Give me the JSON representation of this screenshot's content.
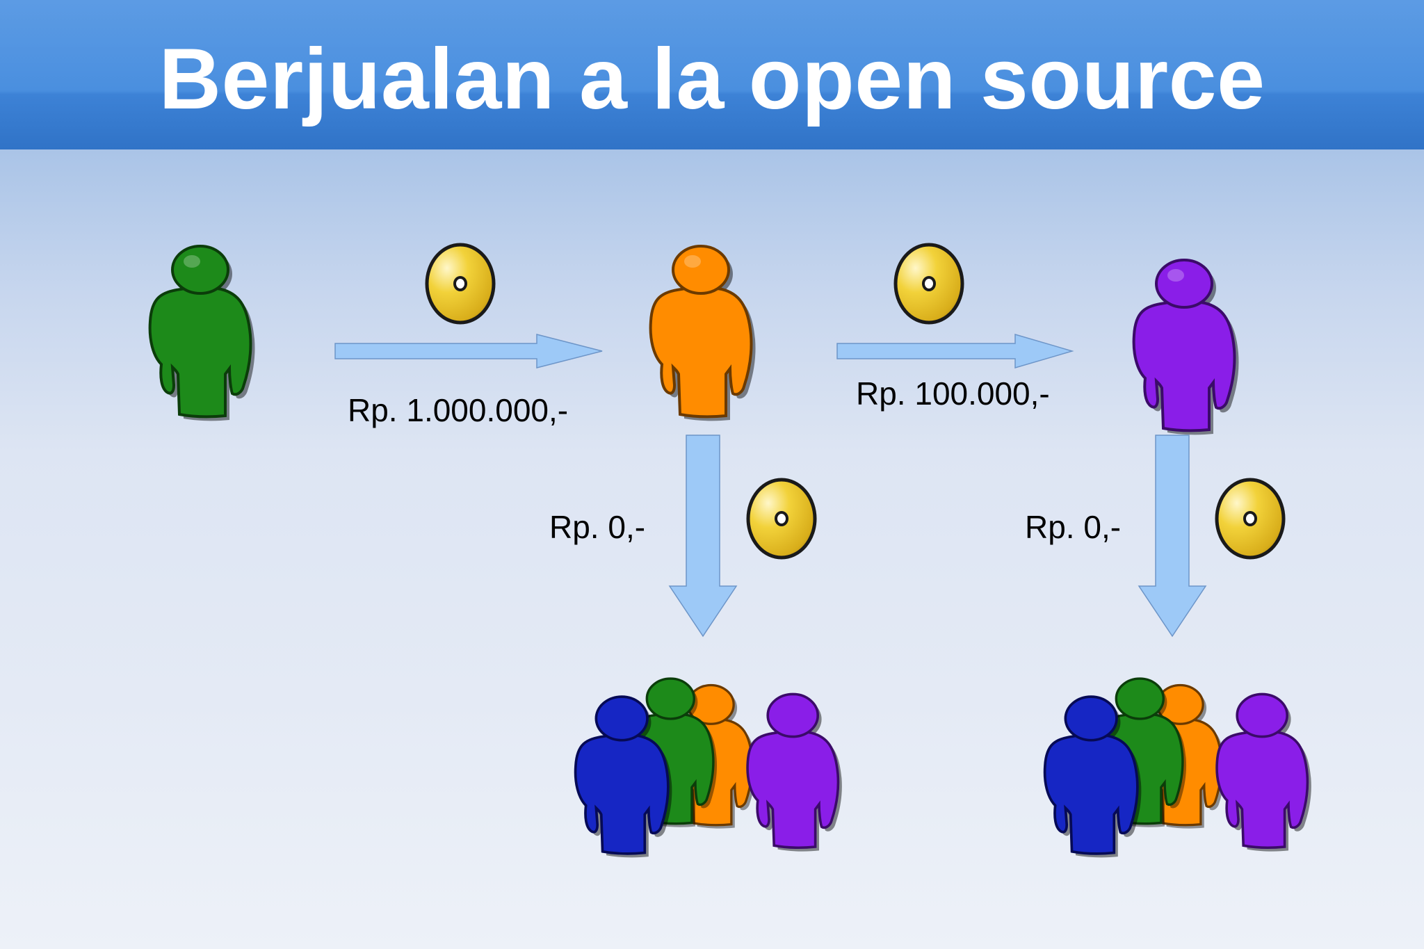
{
  "slide": {
    "title": "Berjualan a la open source"
  },
  "flow_labels": {
    "first_sale": "Rp. 1.000.000,-",
    "second_sale": "Rp. 100.000,-",
    "free_copy_a": "Rp. 0,-",
    "free_copy_b": "Rp. 0,-"
  },
  "colors": {
    "title_bar": "#4a8fdf",
    "arrow_fill": "#9dc9f7",
    "person_green": "#1d8a1a",
    "person_orange": "#ff8c00",
    "person_purple": "#8a1ee8",
    "person_blue": "#1626c4",
    "cd_gold": "#f2d23a"
  }
}
